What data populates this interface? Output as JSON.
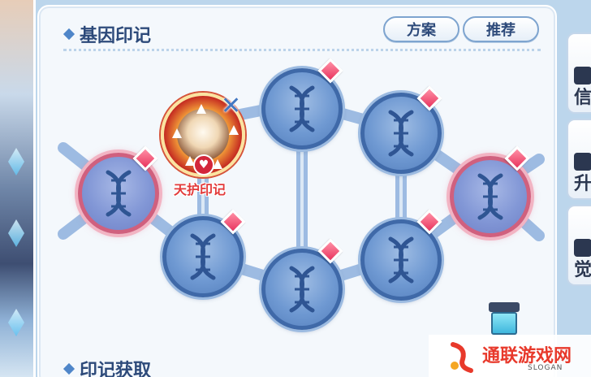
{
  "panel": {
    "title": "基因印记",
    "buttons": {
      "plan": "方案",
      "recommend": "推荐"
    },
    "bottom_title": "印记获取"
  },
  "equipped_item": {
    "label": "天护印记",
    "logo_glyph": "♥",
    "close_glyph": "✕"
  },
  "side_tabs": [
    {
      "label": "信",
      "icon": "info-icon"
    },
    {
      "label": "升",
      "icon": "upgrade-icon"
    },
    {
      "label": "觉",
      "icon": "awaken-icon"
    }
  ],
  "watermark": {
    "text": "通联游戏网",
    "sub": "SLOGAN"
  },
  "colors": {
    "title": "#2d4a7a",
    "node_blue": "#6f99d2",
    "node_pink_ring": "#d0607e",
    "badge": "#e8345e",
    "item_label": "#e23a3a"
  }
}
